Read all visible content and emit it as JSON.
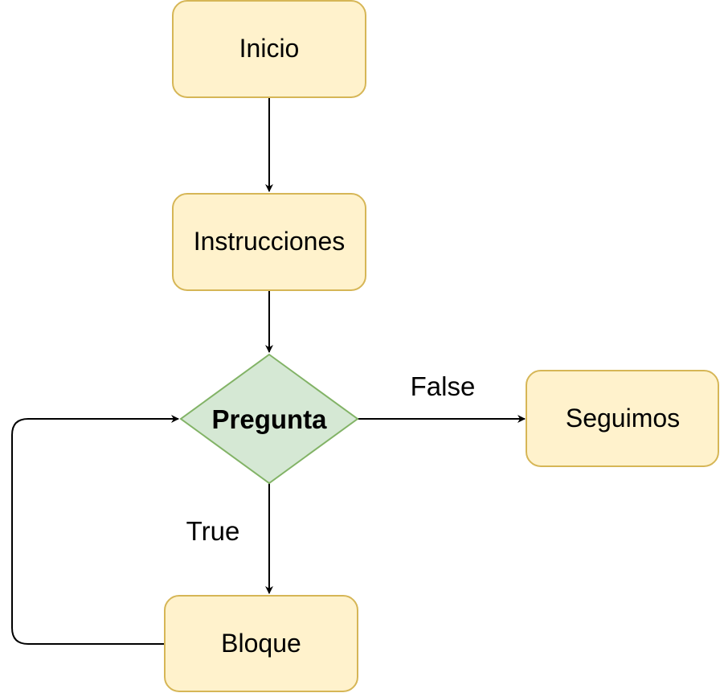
{
  "colors": {
    "process_fill": "#fff2cc",
    "process_stroke": "#d6b656",
    "decision_fill": "#d5e8d4",
    "decision_stroke": "#82b366",
    "edge": "#000000"
  },
  "nodes": {
    "start": {
      "label": "Inicio"
    },
    "instructions": {
      "label": "Instrucciones"
    },
    "question": {
      "label": "Pregunta"
    },
    "continue": {
      "label": "Seguimos"
    },
    "block": {
      "label": "Bloque"
    }
  },
  "edges": {
    "false_label": "False",
    "true_label": "True"
  }
}
